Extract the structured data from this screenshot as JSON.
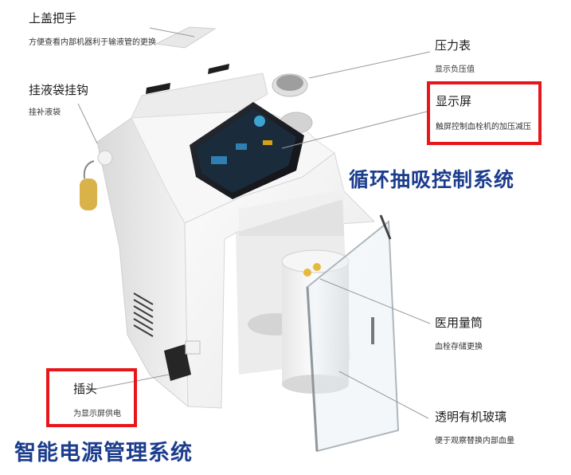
{
  "callouts": {
    "lid_handle": {
      "title": "上盖把手",
      "desc": "方便查看内部机器利于输液管的更换"
    },
    "pressure_gauge": {
      "title": "压力表",
      "desc": "显示负压值"
    },
    "bag_hook": {
      "title": "挂液袋挂钩",
      "desc": "挂补液袋"
    },
    "display": {
      "title": "显示屏",
      "desc": "触屏控制血栓机的加压减压"
    },
    "cylinder": {
      "title": "医用量筒",
      "desc": "血栓存储更换"
    },
    "plug": {
      "title": "插头",
      "desc": "为显示屏供电"
    },
    "glass": {
      "title": "透明有机玻璃",
      "desc": "便于观察替换内部血量"
    }
  },
  "banners": {
    "suction_control": "循环抽吸控制系统",
    "power_management": "智能电源管理系统"
  },
  "colors": {
    "banner_text": "#1c3d8e",
    "highlight_box": "#e8161b",
    "leader_line": "#9a9a9a",
    "device_body": "#f3f3f3"
  }
}
